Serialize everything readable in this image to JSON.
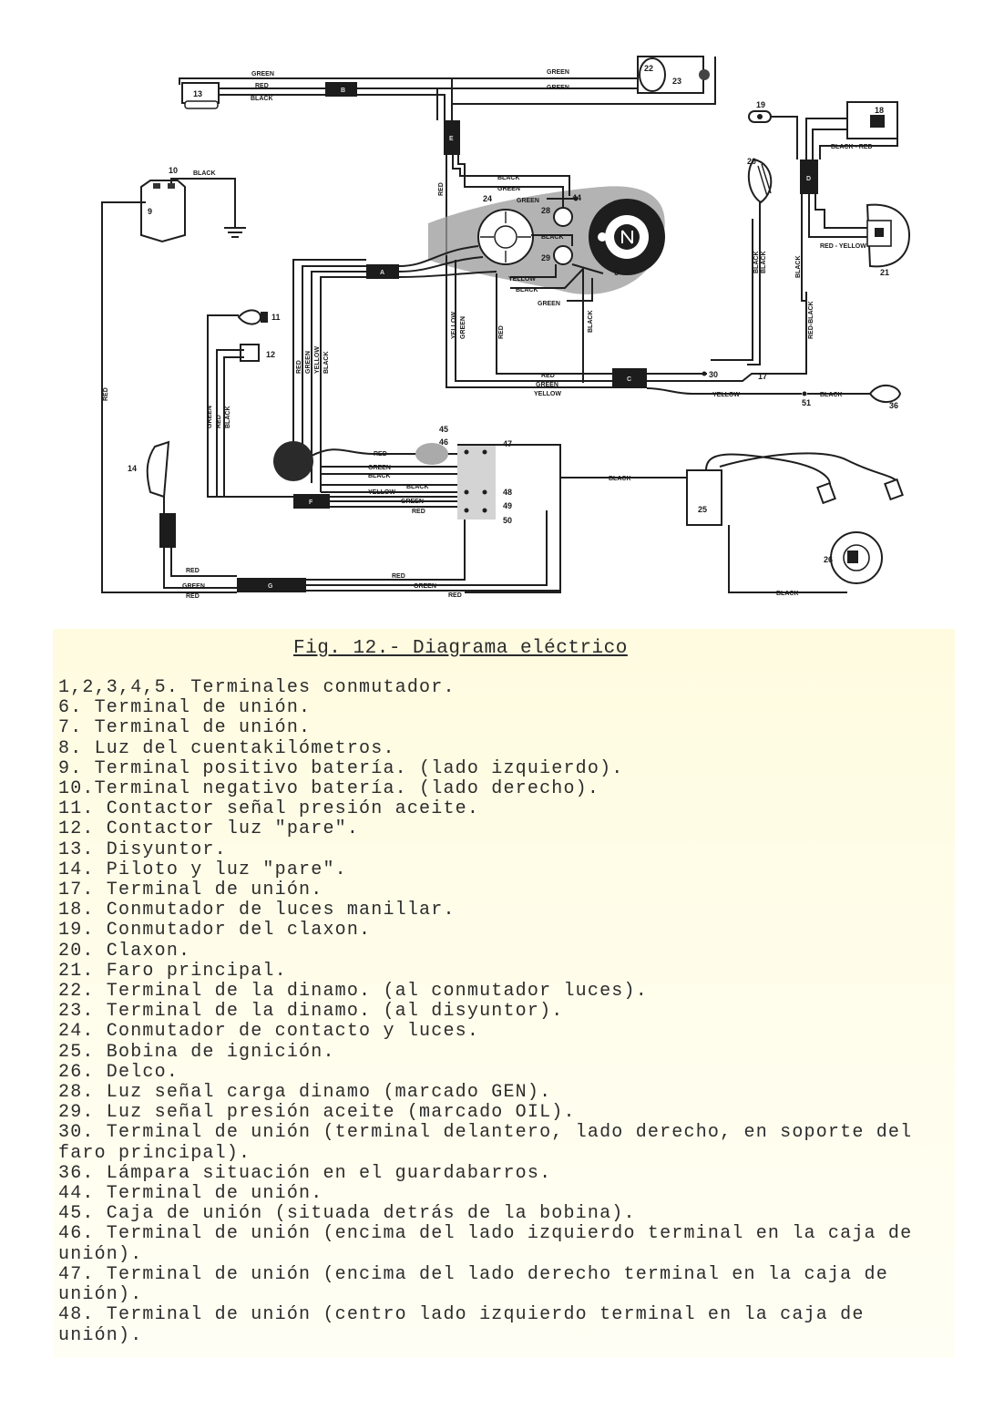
{
  "diagram": {
    "wire_labels": {
      "green": "GREEN",
      "red": "RED",
      "black": "BLACK",
      "yellow": "YELLOW",
      "black_red": "BLACK - RED",
      "red_yellow": "RED - YELLOW",
      "red_black": "RED-BLACK"
    },
    "connectors": {
      "A": "A",
      "B": "B",
      "C": "C",
      "D": "D",
      "E": "E",
      "F": "F",
      "G": "G"
    },
    "numbers": {
      "n6": "6",
      "n9": "9",
      "n10": "10",
      "n11": "11",
      "n12": "12",
      "n13": "13",
      "n14": "14",
      "n17": "17",
      "n18": "18",
      "n19": "19",
      "n20": "20",
      "n21": "21",
      "n22": "22",
      "n23": "23",
      "n24": "24",
      "n25": "25",
      "n26": "26",
      "n28": "28",
      "n29": "29",
      "n30": "30",
      "n36": "36",
      "n44": "44",
      "n45": "45",
      "n46": "46",
      "n47": "47",
      "n48": "48",
      "n49": "49",
      "n50": "50",
      "n51": "51"
    }
  },
  "caption": "Fig. 12.- Diagrama eléctrico",
  "legend": [
    "1,2,3,4,5. Terminales conmutador.",
    "6. Terminal de unión.",
    "7. Terminal de unión.",
    "8. Luz del cuentakilómetros.",
    "9. Terminal positivo batería. (lado izquierdo).",
    "10.Terminal negativo batería. (lado derecho).",
    "11. Contactor señal presión aceite.",
    "12. Contactor luz \"pare\".",
    "13. Disyuntor.",
    "14. Piloto y luz \"pare\".",
    "17. Terminal de unión.",
    "18. Conmutador de luces manillar.",
    "19. Conmutador del claxon.",
    "20. Claxon.",
    "21. Faro principal.",
    "22. Terminal de la dinamo. (al conmutador luces).",
    "23. Terminal de la dinamo. (al disyuntor).",
    "24. Conmutador de contacto y luces.",
    "25. Bobina de ignición.",
    "26. Delco.",
    "28. Luz señal carga dinamo (marcado GEN).",
    "29. Luz señal presión aceite (marcado OIL).",
    "30. Terminal de unión (terminal delantero, lado derecho, en soporte del faro principal).",
    "36. Lámpara situación en el guardabarros.",
    "44. Terminal de unión.",
    "45. Caja de unión (situada detrás de la bobina).",
    "46. Terminal de unión (encima del lado izquierdo terminal en la caja de unión).",
    "47. Terminal de unión (encima del lado derecho terminal en la caja de unión).",
    "48. Terminal de unión (centro lado izquierdo terminal en la caja de unión)."
  ]
}
